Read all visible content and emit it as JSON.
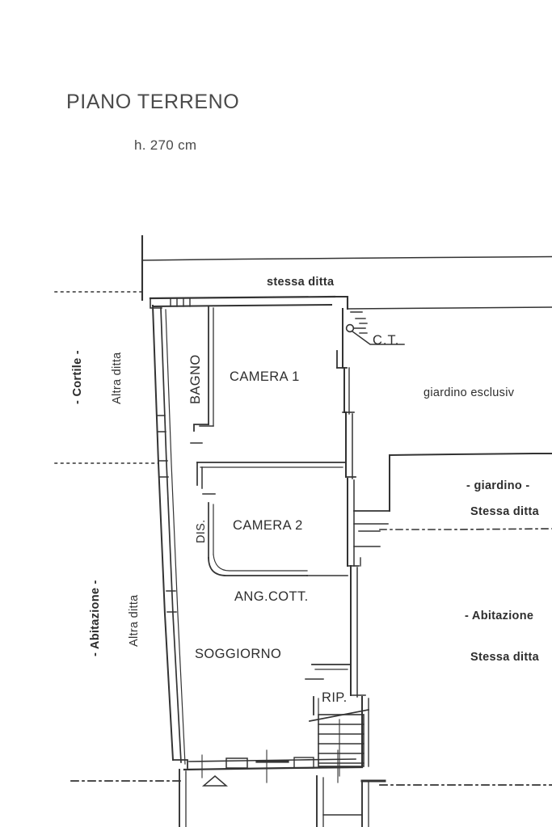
{
  "document": {
    "type": "architectural-floor-plan",
    "title": "PIANO TERRENO",
    "subtitle": "h. 270 cm",
    "background_color": "#ffffff",
    "ink_color": "#2e2e2e"
  },
  "rooms": [
    {
      "id": "bagno",
      "label": "BAGNO",
      "orientation": "vertical"
    },
    {
      "id": "camera1",
      "label": "CAMERA 1",
      "orientation": "horizontal"
    },
    {
      "id": "dis",
      "label": "DIS.",
      "orientation": "vertical"
    },
    {
      "id": "camera2",
      "label": "CAMERA 2",
      "orientation": "horizontal"
    },
    {
      "id": "ang_cott",
      "label": "ANG.COTT.",
      "orientation": "horizontal"
    },
    {
      "id": "soggiorno",
      "label": "SOGGIORNO",
      "orientation": "horizontal"
    },
    {
      "id": "rip",
      "label": "RIP.",
      "orientation": "horizontal"
    },
    {
      "id": "ct",
      "label": "C.T.",
      "orientation": "horizontal"
    }
  ],
  "annotations": {
    "top": {
      "label": "stessa ditta"
    },
    "left_upper": {
      "line1": "- Cortile -",
      "line2": "Altra ditta"
    },
    "left_lower": {
      "line1": "- Abitazione -",
      "line2": "Altra ditta"
    },
    "right_upper": {
      "label": "giardino esclusiv"
    },
    "right_middle": {
      "line1": "- giardino -",
      "line2": "Stessa ditta"
    },
    "right_lower": {
      "line1": "- Abitazione",
      "line2": "Stessa ditta"
    }
  },
  "symbols": [
    {
      "name": "boiler-symbol",
      "room": "ct"
    },
    {
      "name": "staircase",
      "room": "rip",
      "treads": 6
    },
    {
      "name": "entrance-arrow-triangle",
      "location": "bottom-wall"
    }
  ]
}
